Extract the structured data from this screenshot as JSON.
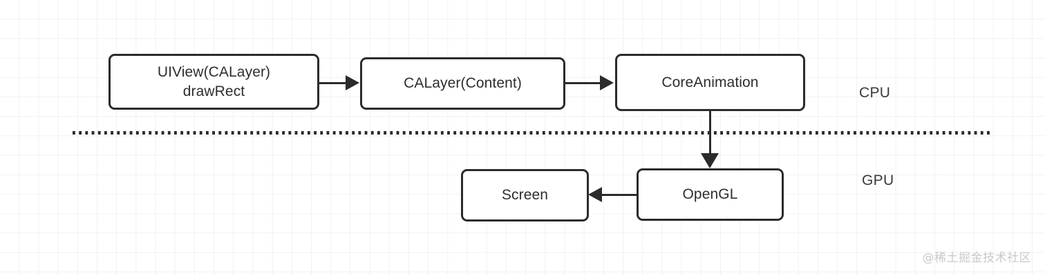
{
  "diagram": {
    "title": "iOS rendering pipeline CPU/GPU diagram",
    "colors": {
      "node_border": "#2b2b2b",
      "node_fill": "#ffffff",
      "text": "#2e2e2e",
      "grid_line": "#f1f1f1",
      "watermark": "#c9c9c9"
    },
    "nodes": [
      {
        "id": "uiview",
        "label": "UIView(CALayer)\ndrawRect"
      },
      {
        "id": "calayer",
        "label": "CALayer(Content)"
      },
      {
        "id": "coreanim",
        "label": "CoreAnimation"
      },
      {
        "id": "screen",
        "label": "Screen"
      },
      {
        "id": "opengl",
        "label": "OpenGL"
      }
    ],
    "edges": [
      {
        "id": "uiview-to-calayer",
        "from": "uiview",
        "to": "calayer",
        "direction": "right"
      },
      {
        "id": "calayer-to-coreanim",
        "from": "calayer",
        "to": "coreanim",
        "direction": "right"
      },
      {
        "id": "coreanim-to-opengl",
        "from": "coreanim",
        "to": "opengl",
        "direction": "down"
      },
      {
        "id": "opengl-to-screen",
        "from": "opengl",
        "to": "screen",
        "direction": "left"
      }
    ],
    "divider": {
      "style": "dotted",
      "separates": [
        "CPU",
        "GPU"
      ]
    },
    "side_labels": {
      "cpu": "CPU",
      "gpu": "GPU"
    },
    "watermark": "@稀土掘金技术社区"
  }
}
